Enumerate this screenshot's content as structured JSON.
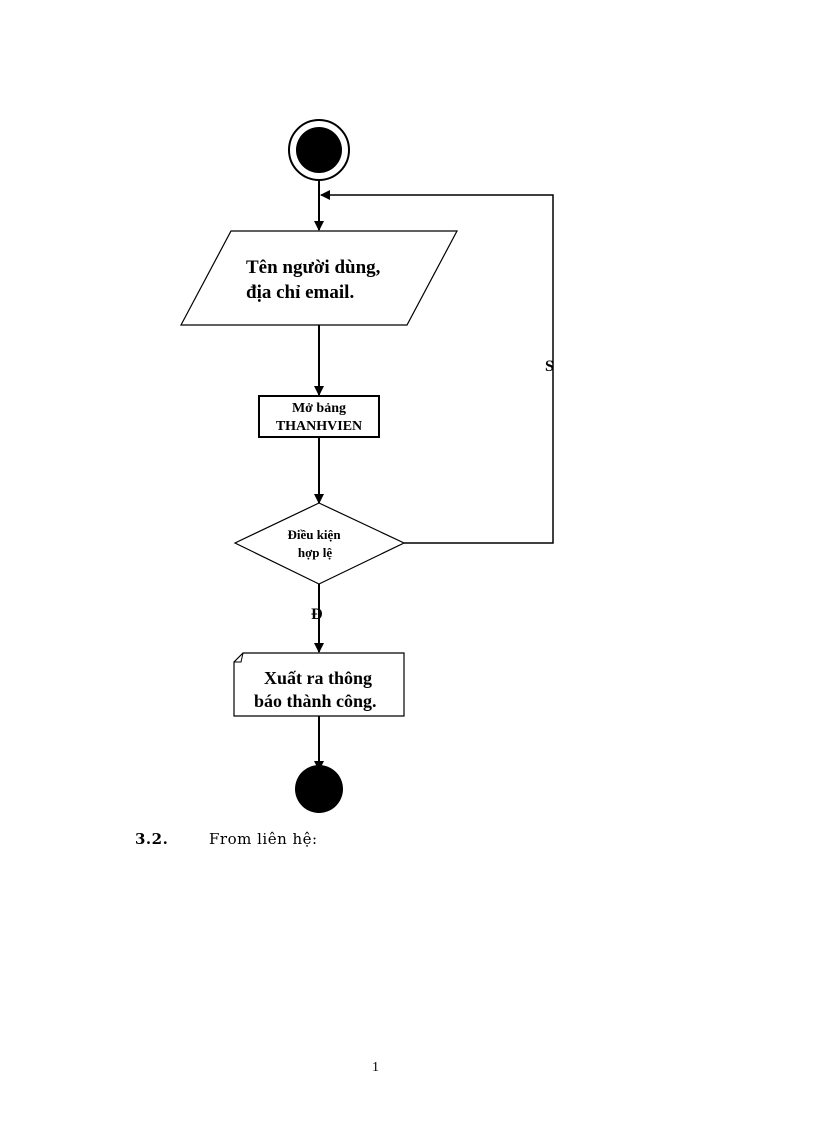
{
  "flowchart": {
    "input_line1": "Tên người dùng,",
    "input_line2": "địa chỉ email.",
    "process_line1": "Mở bảng",
    "process_line2": "THANHVIEN",
    "decision_line1": "Điều kiện",
    "decision_line2": "hợp lệ",
    "false_label": "S",
    "true_label": "Đ",
    "output_line1": "Xuất ra thông",
    "output_line2": "báo thành công."
  },
  "section": {
    "number": "3.2.",
    "title": "From liên hệ:"
  },
  "footer": {
    "page_number": "1"
  }
}
